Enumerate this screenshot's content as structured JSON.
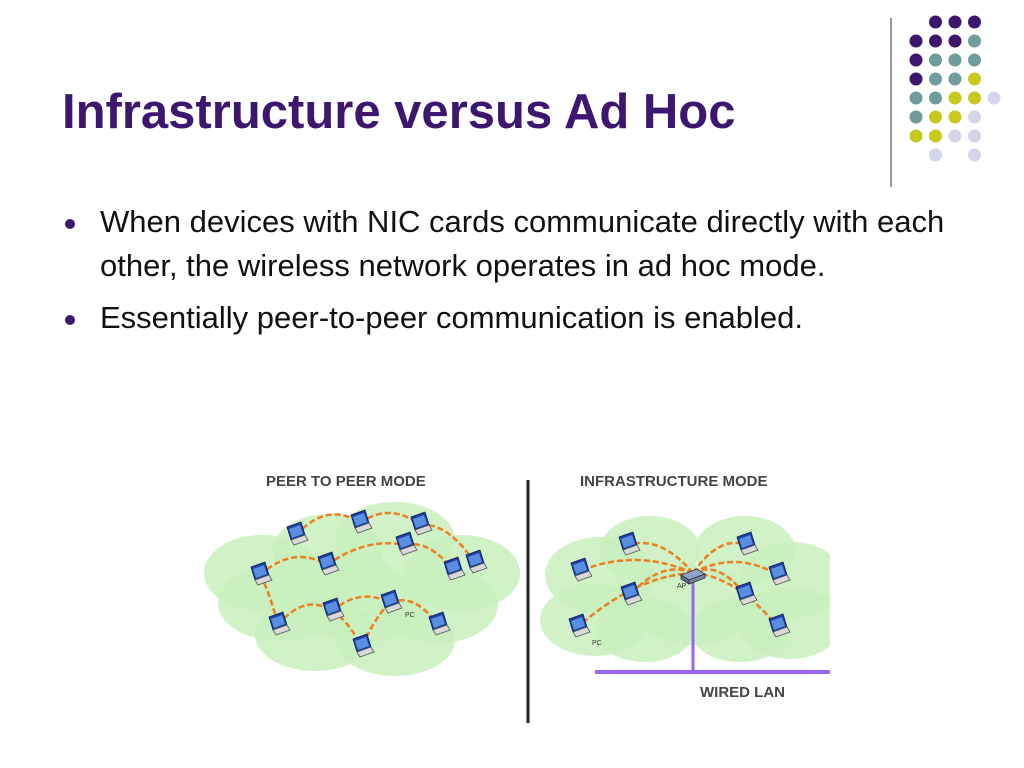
{
  "slide": {
    "title": "Infrastructure versus Ad Hoc",
    "bullets": [
      "When devices with NIC cards communicate directly with each other, the wireless network operates in ad hoc mode.",
      "Essentially peer-to-peer communication is enabled."
    ]
  },
  "figure": {
    "left_label": "PEER TO PEER MODE",
    "right_label": "INFRASTRUCTURE MODE",
    "wired_label": "WIRED LAN",
    "pc_label": "PC",
    "ap_label": "AP"
  },
  "colors": {
    "title": "#3d1670",
    "bullet": "#3d1670",
    "dot_purple": "#3d1670",
    "dot_teal": "#6f9c9c",
    "dot_yellow": "#c8c81e",
    "dot_lavender": "#d4d4ea",
    "cloud": "#c8f0bc",
    "link": "#f07d1e",
    "wire": "#9966ee",
    "divider": "#222222"
  },
  "icons": {
    "node": "laptop-icon",
    "access_point": "access-point-icon"
  }
}
